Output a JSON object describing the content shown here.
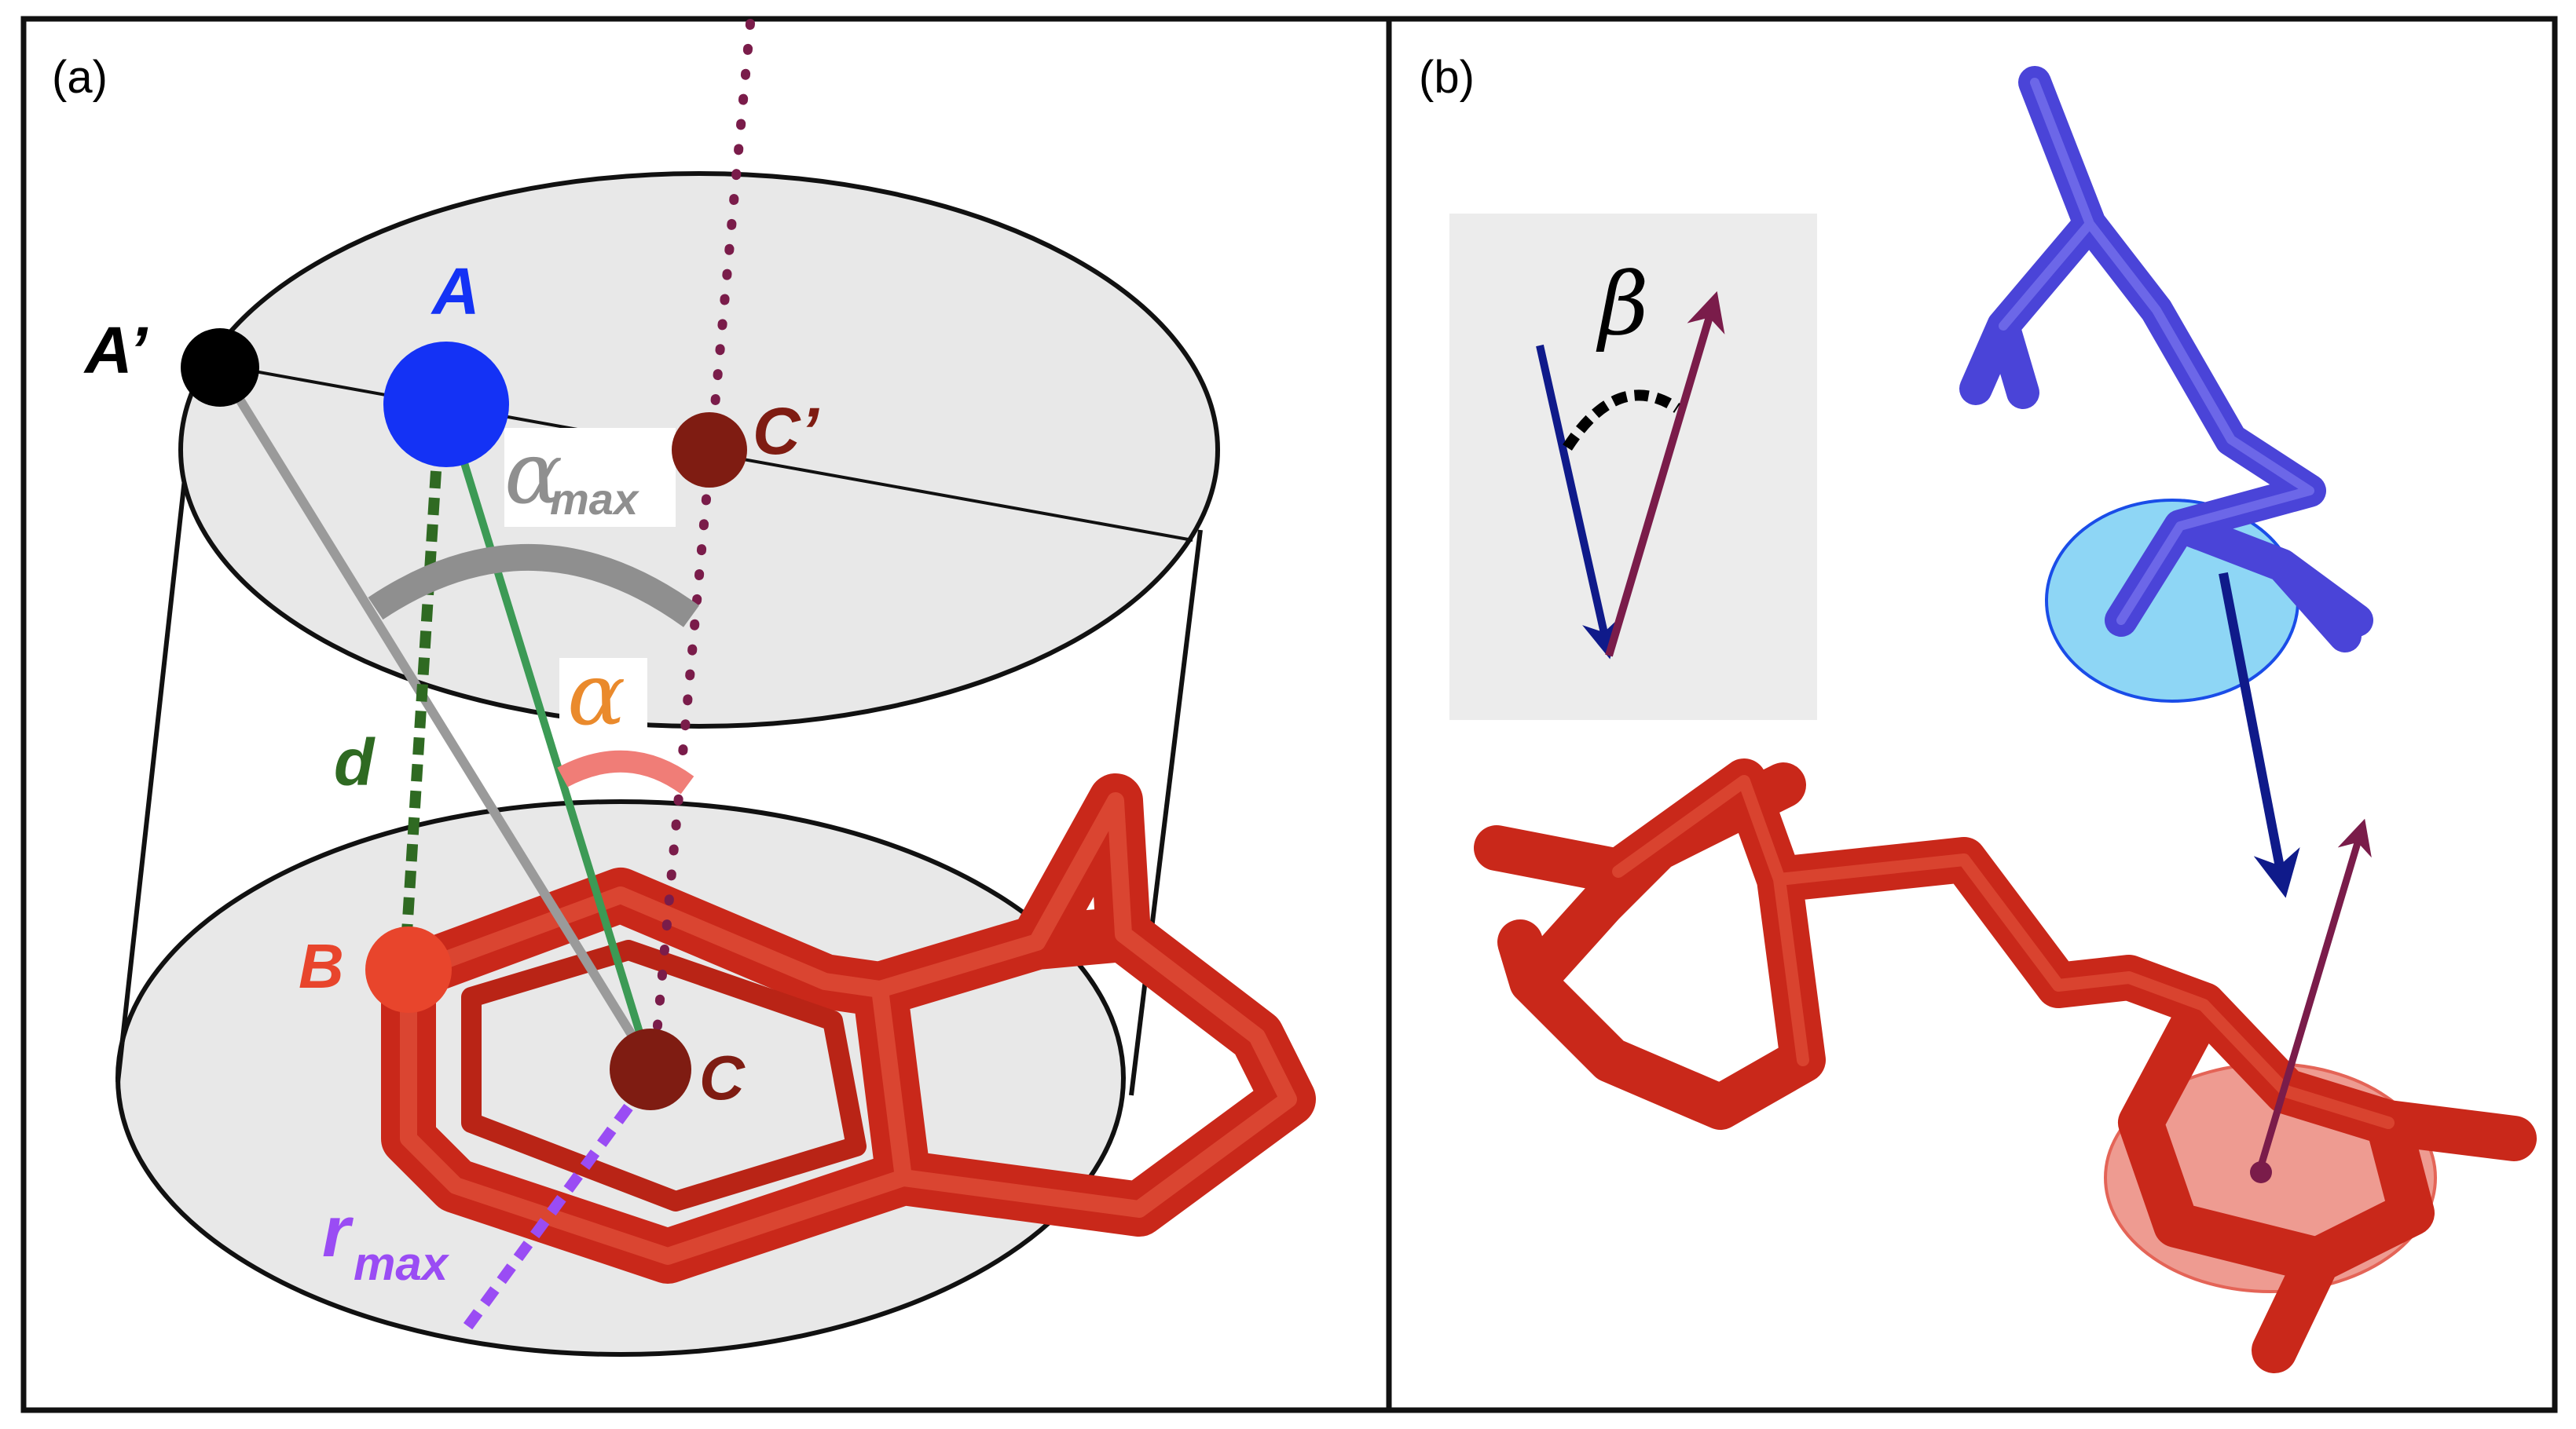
{
  "panel_a": {
    "label": "(a)",
    "points": {
      "A_prime": "A’",
      "A": "A",
      "B": "B",
      "C": "C",
      "C_prime": "C’"
    },
    "distance_label": "d",
    "angle_label": "α",
    "angle_max_label": {
      "symbol": "α",
      "subscript": "max"
    },
    "radius_label": {
      "symbol": "r",
      "subscript": "max"
    }
  },
  "panel_b": {
    "label": "(b)",
    "angle_label": "β"
  },
  "colors": {
    "point_A": "#1432f5",
    "point_B": "#e8452c",
    "point_C": "#7f1c12",
    "ring_red": "#d22b1a",
    "stick_blue": "#4a44d8",
    "distance_green": "#2f6a22",
    "line_green": "#3c9a55",
    "angle_orange": "#ea8a2c",
    "angle_arc_pink": "#f07d77",
    "radius_purple": "#9a4cf4",
    "normal_maroon": "#7a1c4a",
    "arrow_navy": "#0f1a8a",
    "inset_bg": "#ececec"
  }
}
